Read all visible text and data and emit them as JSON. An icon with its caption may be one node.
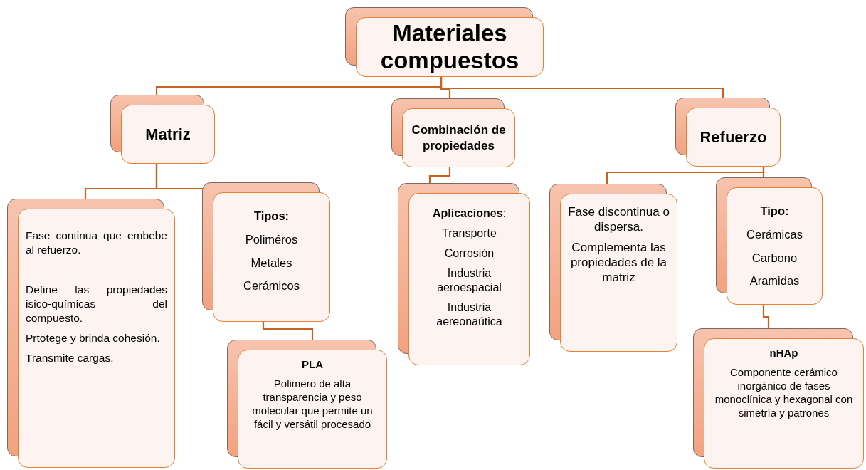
{
  "diagram": {
    "nodes": [
      {
        "text": [
          "Materiales compuestos"
        ]
      },
      {
        "text": [
          "Matriz"
        ]
      },
      {
        "text": [
          "Combinación de propiedades"
        ]
      },
      {
        "text": [
          "Refuerzo"
        ]
      },
      {
        "text": [
          "Fase continua que embebe al refuerzo.",
          "Define las propiedades isico-químicas del compuesto.",
          "Prtotege y brinda cohesión.",
          "Transmite cargas."
        ]
      },
      {
        "text": [
          "Tipos:",
          "Poliméros",
          "Metales",
          "Cerámicos"
        ]
      },
      {
        "text": [
          "PLA",
          "Polimero de alta transparencia y peso molecular que permite un fácil y versátil procesado"
        ]
      },
      {
        "text": [
          "**Aplicaciones**:",
          "Transporte",
          "Corrosión",
          "Industria aeroespacial",
          "Industria aereonaútica"
        ]
      },
      {
        "text": [
          "Fase discontinua o dispersa.",
          "Complementa las propiedades de la matriz"
        ]
      },
      {
        "text": [
          "Tipo:",
          "Cerámicas",
          "Carbono",
          "Aramidas"
        ]
      },
      {
        "text": [
          "nHAp",
          "Componente cerámico inorgánico de fases monoclínica y hexagonal con simetría y patrones"
        ]
      }
    ],
    "edges": [
      {
        "from": 0,
        "to": 1,
        "arrow": "none"
      },
      {
        "from": 0,
        "to": 2,
        "arrow": "none"
      },
      {
        "from": 0,
        "to": 3,
        "arrow": "none"
      },
      {
        "from": 1,
        "to": 4,
        "arrow": "none"
      },
      {
        "from": 1,
        "to": 5,
        "arrow": "none"
      },
      {
        "from": 2,
        "to": 7,
        "arrow": "none"
      },
      {
        "from": 3,
        "to": 8,
        "arrow": "none"
      },
      {
        "from": 3,
        "to": 9,
        "arrow": "none"
      },
      {
        "from": 5,
        "to": 6,
        "arrow": "none"
      },
      {
        "from": 9,
        "to": 10,
        "arrow": "none"
      }
    ]
  }
}
